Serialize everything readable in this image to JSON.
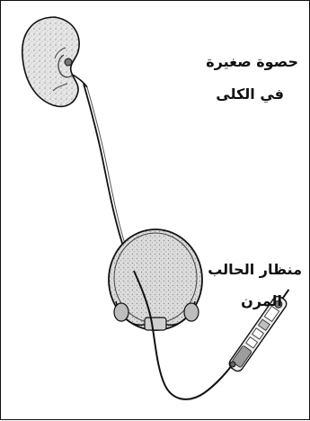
{
  "labels": {
    "kidney_stone_line1": "حصوة صغيرة",
    "kidney_stone_line2": "في الكلى",
    "ureteroscope_line1": "منظار الحالب",
    "ureteroscope_line2": "المرن"
  },
  "icons": {
    "kidney": "kidney-icon",
    "bladder": "bladder-icon",
    "scope": "flexible-ureteroscope-icon"
  },
  "colors": {
    "outline": "#111111",
    "organ_fill": "#d9d9d9",
    "background": "#ffffff"
  }
}
